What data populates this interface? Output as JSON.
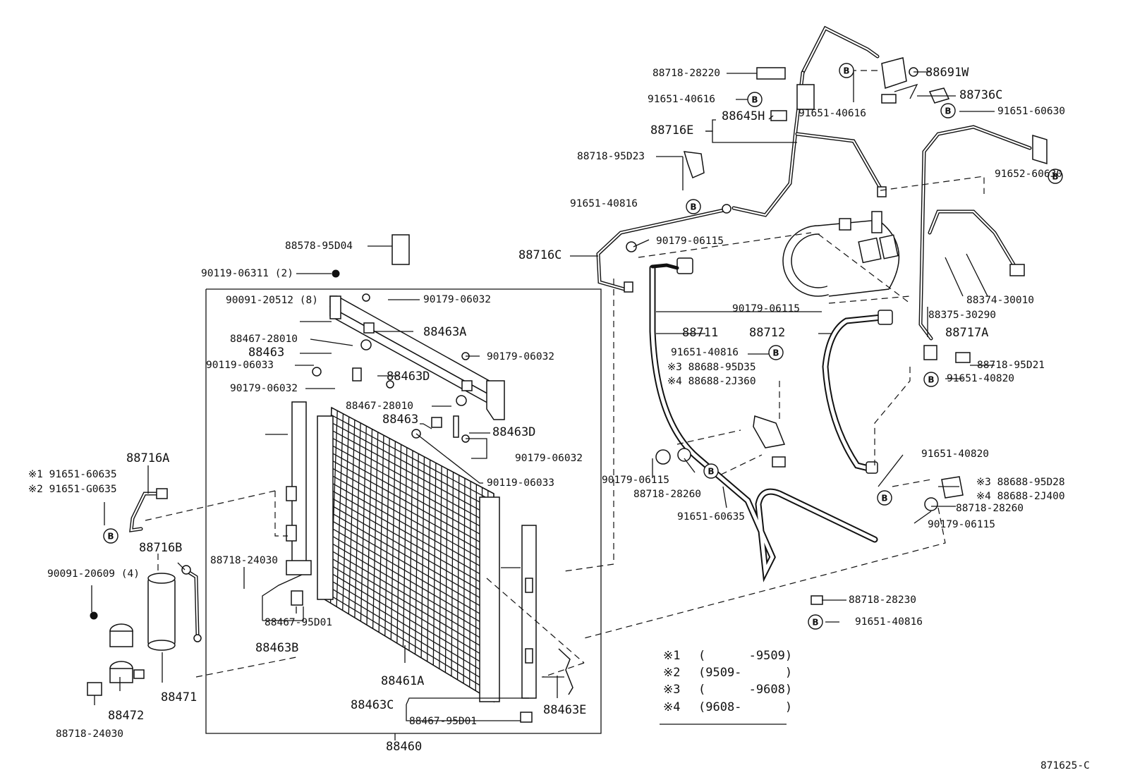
{
  "diagram_code": "871625-C",
  "part_labels": [
    "88718-28220",
    "91651-40616",
    "88645H",
    "88716E",
    "88718-95D23",
    "91651-40816",
    "88578-95D04",
    "88716C",
    "90179-06115",
    "90119-06311 (2)",
    "90091-20512 (8)",
    "90179-06032",
    "88463A",
    "88467-28010",
    "88463",
    "90119-06033",
    "88463D",
    "90179-06032",
    "90179-06032",
    "88467-28010",
    "88463",
    "88463D",
    "90179-06032",
    "90119-06033",
    "88716A",
    "※1 91651-60635",
    "※2 91651-G0635",
    "88716B",
    "90091-20609 (4)",
    "88718-24030",
    "88467-95D01",
    "88463B",
    "88471",
    "88472",
    "88718-24030",
    "88461A",
    "88463C",
    "88467-95D01",
    "88463E",
    "88460",
    "91651-40616",
    "88691W",
    "88736C",
    "91651-60630",
    "91652-60630",
    "90179-06115",
    "88711",
    "88712",
    "91651-40816",
    "※3 88688-95D35",
    "※4 88688-2J360",
    "88374-30010",
    "88375-30290",
    "88717A",
    "88718-95D21",
    "91651-40820",
    "91651-40820",
    "※3 88688-95D28",
    "※4 88688-2J400",
    "88718-28260",
    "90179-06115",
    "90179-06115",
    "88718-28260",
    "91651-60635",
    "88718-28230",
    "91651-40816"
  ],
  "marker_letter": "B",
  "legend": [
    {
      "mark": "※1",
      "range": "(      -9509)"
    },
    {
      "mark": "※2",
      "range": "(9509-      )"
    },
    {
      "mark": "※3",
      "range": "(      -9608)"
    },
    {
      "mark": "※4",
      "range": "(9608-      )"
    }
  ]
}
